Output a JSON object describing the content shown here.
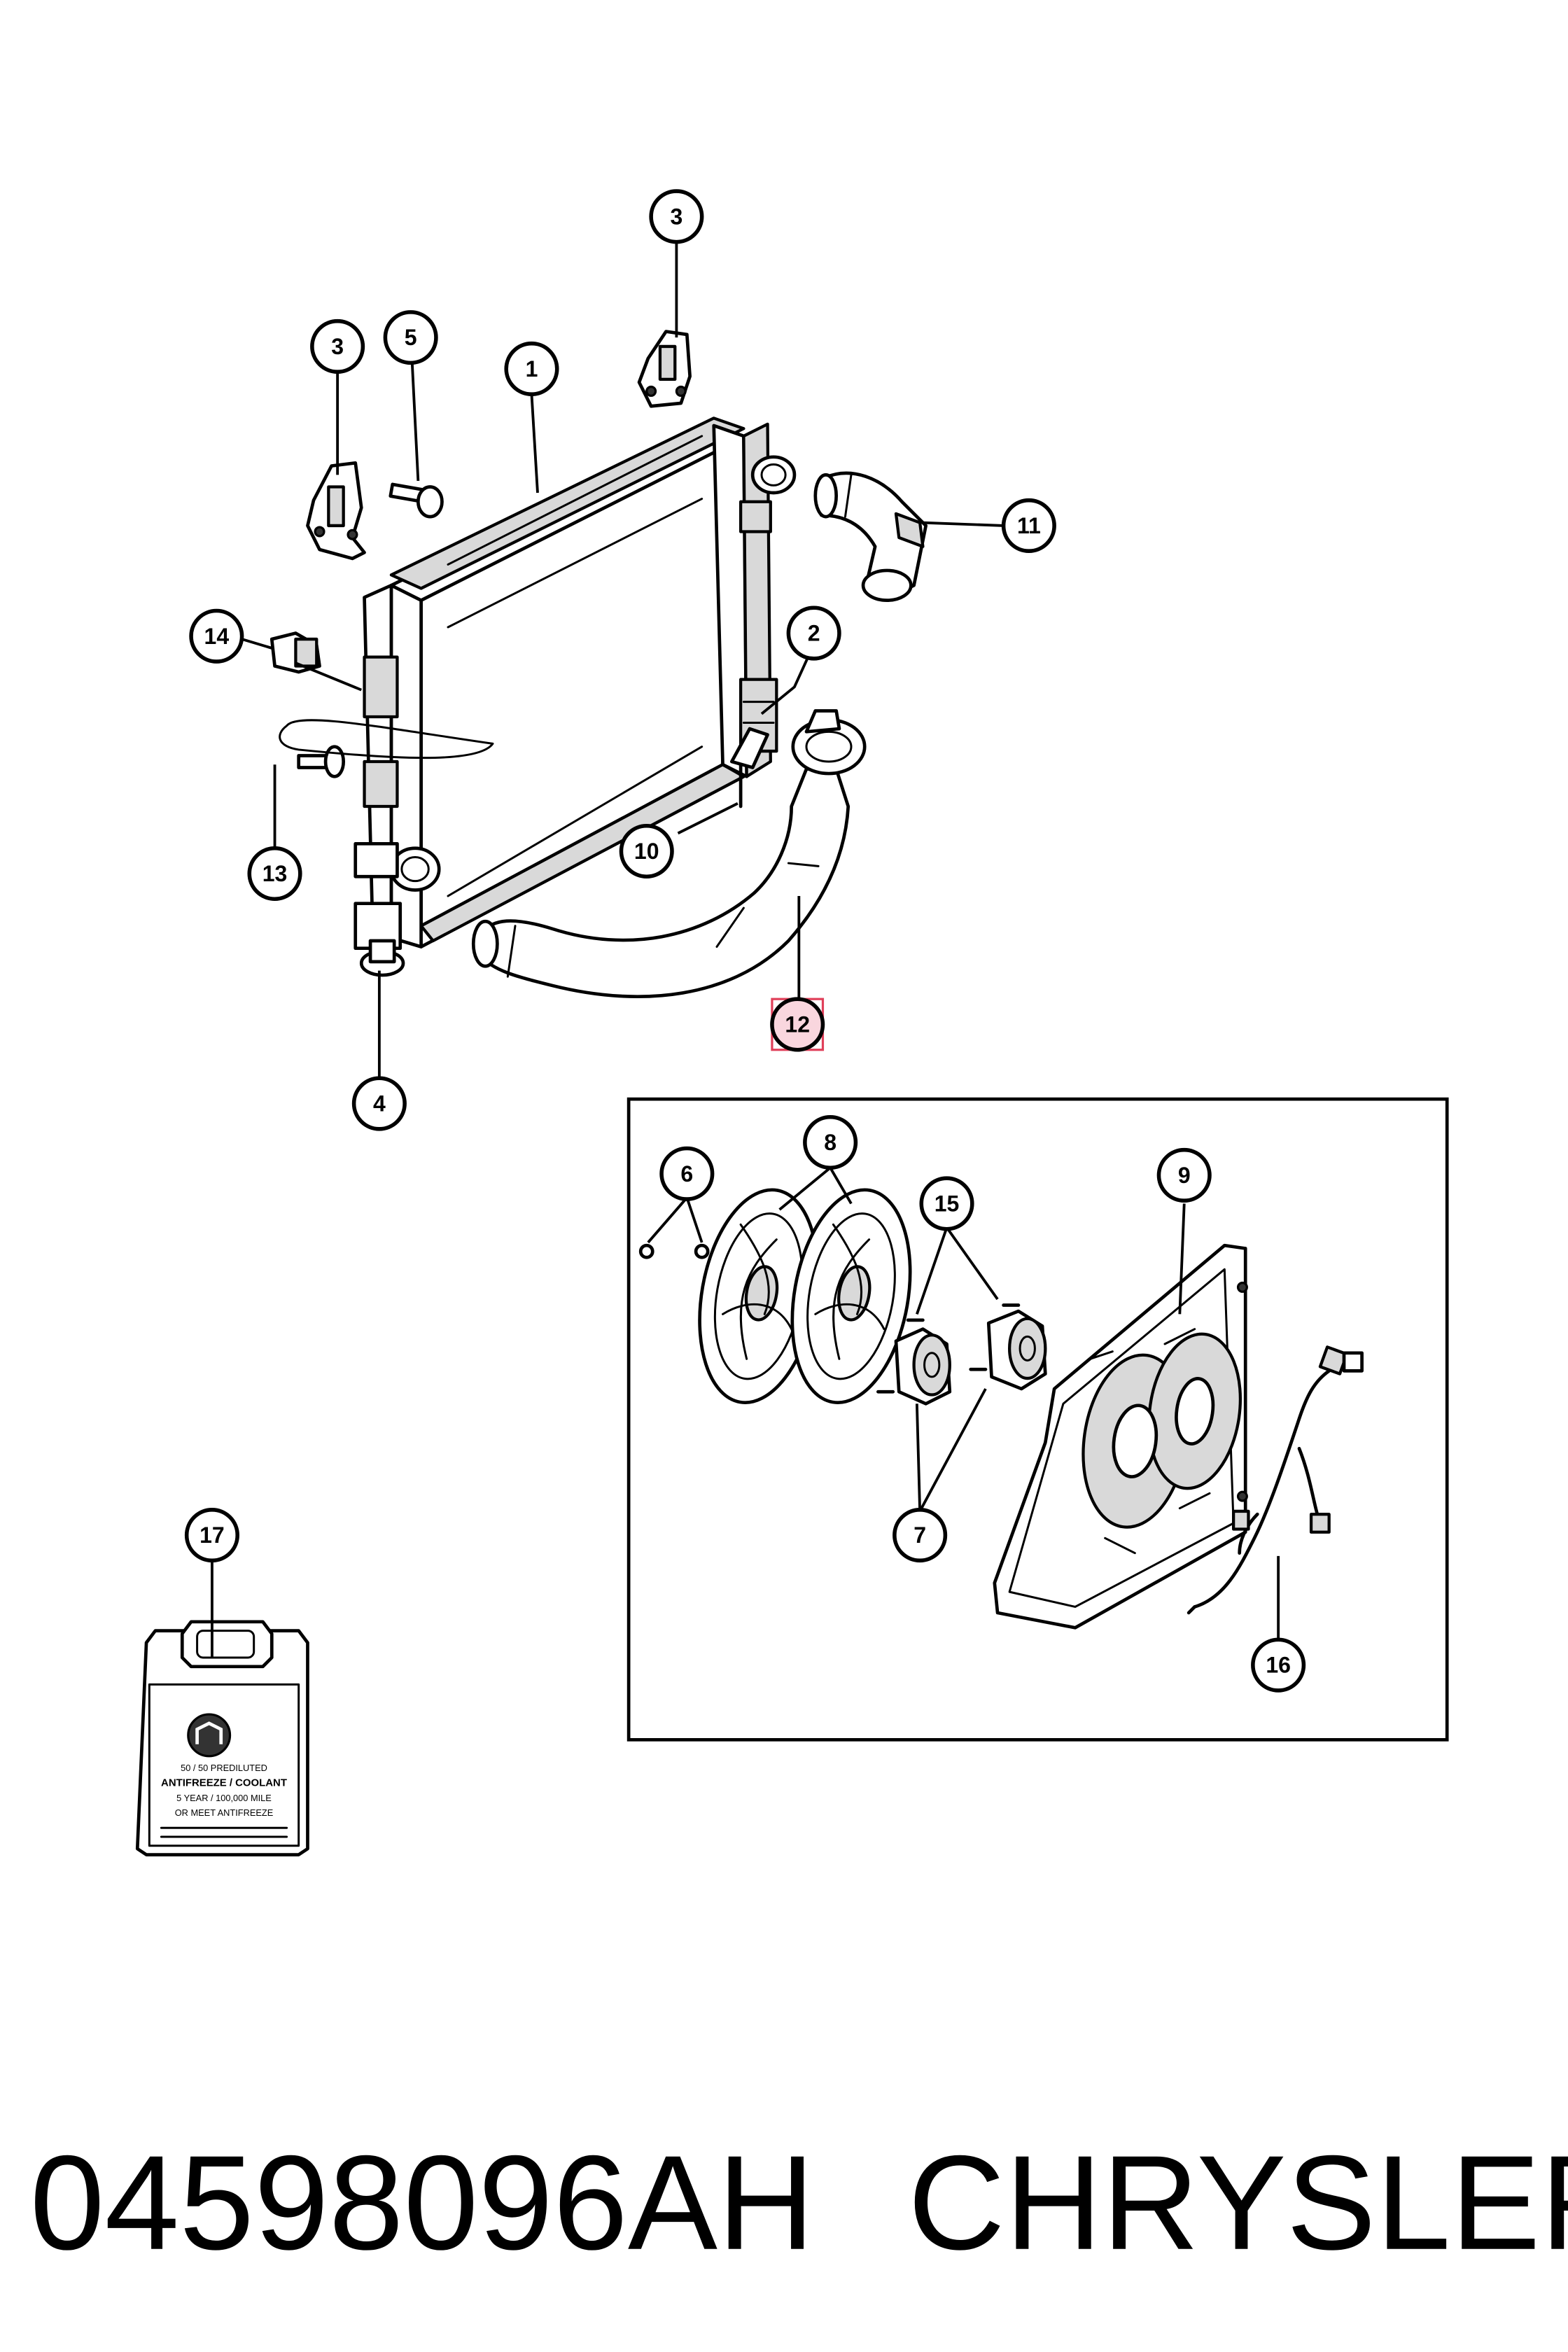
{
  "callouts": [
    {
      "id": "c1",
      "label": "1"
    },
    {
      "id": "c2",
      "label": "2"
    },
    {
      "id": "c3a",
      "label": "3"
    },
    {
      "id": "c3b",
      "label": "3"
    },
    {
      "id": "c4",
      "label": "4"
    },
    {
      "id": "c5",
      "label": "5"
    },
    {
      "id": "c6",
      "label": "6"
    },
    {
      "id": "c7",
      "label": "7"
    },
    {
      "id": "c8",
      "label": "8"
    },
    {
      "id": "c9",
      "label": "9"
    },
    {
      "id": "c10",
      "label": "10"
    },
    {
      "id": "c11",
      "label": "11"
    },
    {
      "id": "c12",
      "label": "12"
    },
    {
      "id": "c13",
      "label": "13"
    },
    {
      "id": "c14",
      "label": "14"
    },
    {
      "id": "c15",
      "label": "15"
    },
    {
      "id": "c16",
      "label": "16"
    },
    {
      "id": "c17",
      "label": "17"
    }
  ],
  "caption": {
    "part_number": "04598096AH",
    "brand": "CHRYSLER"
  },
  "coolant_jug": {
    "line1": "50 / 50 PREDILUTED",
    "line2": "ANTIFREEZE / COOLANT",
    "line3": "5 YEAR / 100,000 MILE",
    "line4": "OR MEET ANTIFREEZE"
  },
  "colors": {
    "highlight_fill": "#f9d6de",
    "highlight_stroke": "#e0405a"
  }
}
